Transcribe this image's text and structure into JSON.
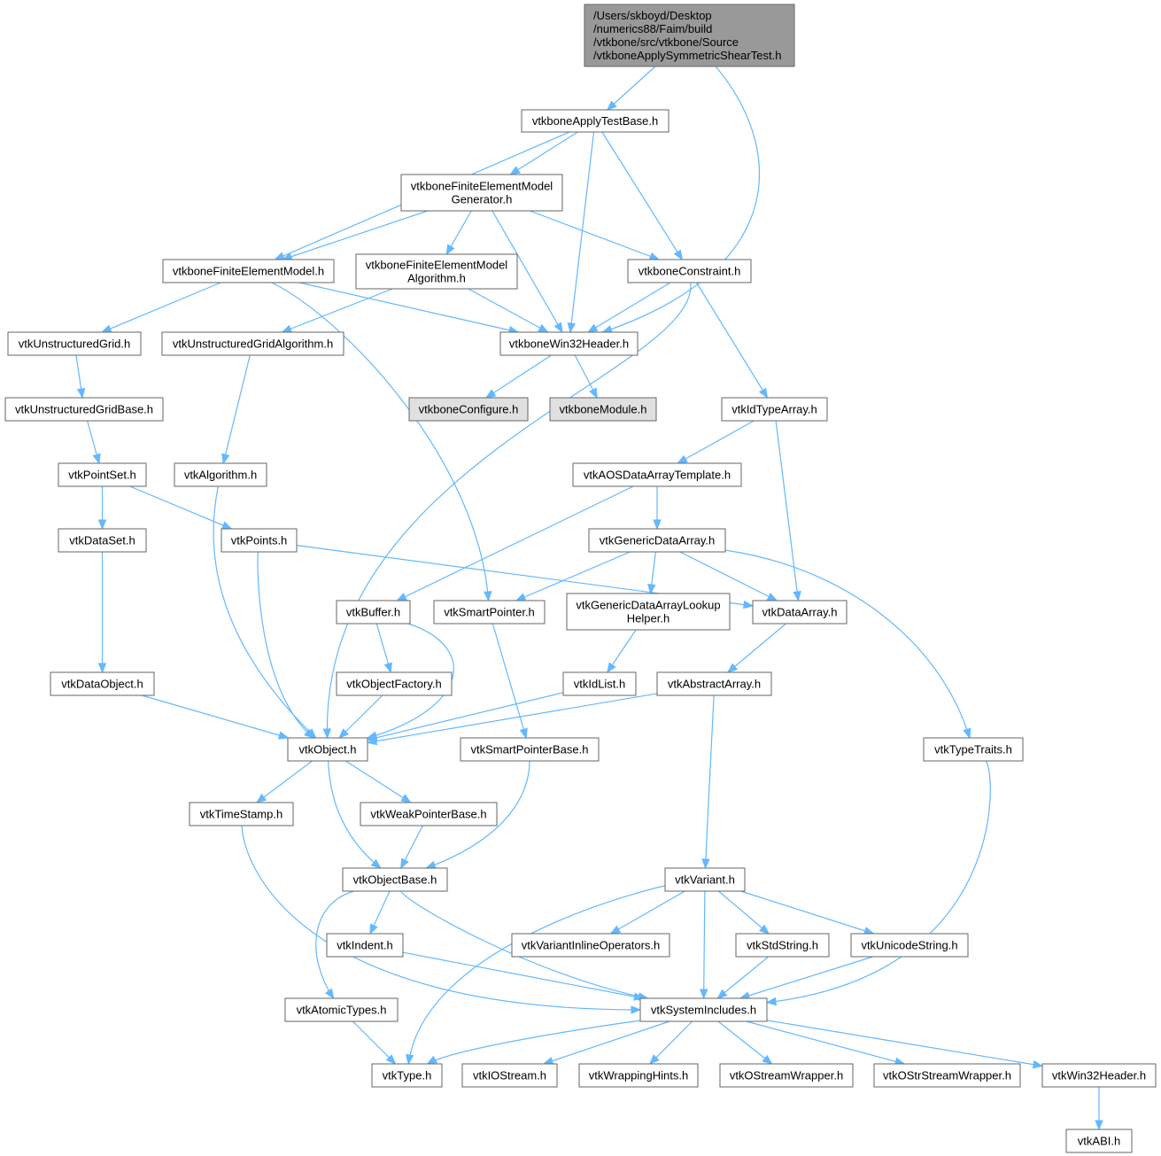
{
  "colors": {
    "edge": "#63b8ff",
    "node_border": "#666666",
    "node_fill": "#ffffff",
    "root_fill": "#999999",
    "external_fill": "#e0e0e0"
  },
  "nodes": {
    "root": {
      "lines": [
        "/Users/skboyd/Desktop",
        "/numerics88/Faim/build",
        "/vtkbone/src/vtkbone/Source",
        "/vtkboneApplySymmetricShearTest.h"
      ],
      "kind": "root"
    },
    "applyTestBase": {
      "lines": [
        "vtkboneApplyTestBase.h"
      ],
      "kind": "normal"
    },
    "feModelGenerator": {
      "lines": [
        "vtkboneFiniteElementModel",
        "Generator.h"
      ],
      "kind": "normal"
    },
    "feModel": {
      "lines": [
        "vtkboneFiniteElementModel.h"
      ],
      "kind": "normal"
    },
    "feModelAlgorithm": {
      "lines": [
        "vtkboneFiniteElementModel",
        "Algorithm.h"
      ],
      "kind": "normal"
    },
    "constraint": {
      "lines": [
        "vtkboneConstraint.h"
      ],
      "kind": "normal"
    },
    "unstructuredGrid": {
      "lines": [
        "vtkUnstructuredGrid.h"
      ],
      "kind": "normal"
    },
    "ugAlgorithm": {
      "lines": [
        "vtkUnstructuredGridAlgorithm.h"
      ],
      "kind": "normal"
    },
    "boneWin32Header": {
      "lines": [
        "vtkboneWin32Header.h"
      ],
      "kind": "normal"
    },
    "ugBase": {
      "lines": [
        "vtkUnstructuredGridBase.h"
      ],
      "kind": "normal"
    },
    "boneConfigure": {
      "lines": [
        "vtkboneConfigure.h"
      ],
      "kind": "external"
    },
    "boneModule": {
      "lines": [
        "vtkboneModule.h"
      ],
      "kind": "external"
    },
    "idTypeArray": {
      "lines": [
        "vtkIdTypeArray.h"
      ],
      "kind": "normal"
    },
    "pointSet": {
      "lines": [
        "vtkPointSet.h"
      ],
      "kind": "normal"
    },
    "algorithm": {
      "lines": [
        "vtkAlgorithm.h"
      ],
      "kind": "normal"
    },
    "aosTemplate": {
      "lines": [
        "vtkAOSDataArrayTemplate.h"
      ],
      "kind": "normal"
    },
    "dataSet": {
      "lines": [
        "vtkDataSet.h"
      ],
      "kind": "normal"
    },
    "points": {
      "lines": [
        "vtkPoints.h"
      ],
      "kind": "normal"
    },
    "genericDataArray": {
      "lines": [
        "vtkGenericDataArray.h"
      ],
      "kind": "normal"
    },
    "buffer": {
      "lines": [
        "vtkBuffer.h"
      ],
      "kind": "normal"
    },
    "smartPointer": {
      "lines": [
        "vtkSmartPointer.h"
      ],
      "kind": "normal"
    },
    "lookupHelper": {
      "lines": [
        "vtkGenericDataArrayLookup",
        "Helper.h"
      ],
      "kind": "normal"
    },
    "dataArray": {
      "lines": [
        "vtkDataArray.h"
      ],
      "kind": "normal"
    },
    "dataObject": {
      "lines": [
        "vtkDataObject.h"
      ],
      "kind": "normal"
    },
    "objectFactory": {
      "lines": [
        "vtkObjectFactory.h"
      ],
      "kind": "normal"
    },
    "idList": {
      "lines": [
        "vtkIdList.h"
      ],
      "kind": "normal"
    },
    "abstractArray": {
      "lines": [
        "vtkAbstractArray.h"
      ],
      "kind": "normal"
    },
    "object": {
      "lines": [
        "vtkObject.h"
      ],
      "kind": "normal"
    },
    "smartPointerBase": {
      "lines": [
        "vtkSmartPointerBase.h"
      ],
      "kind": "normal"
    },
    "typeTraits": {
      "lines": [
        "vtkTypeTraits.h"
      ],
      "kind": "normal"
    },
    "timeStamp": {
      "lines": [
        "vtkTimeStamp.h"
      ],
      "kind": "normal"
    },
    "weakPointerBase": {
      "lines": [
        "vtkWeakPointerBase.h"
      ],
      "kind": "normal"
    },
    "objectBase": {
      "lines": [
        "vtkObjectBase.h"
      ],
      "kind": "normal"
    },
    "variant": {
      "lines": [
        "vtkVariant.h"
      ],
      "kind": "normal"
    },
    "indent": {
      "lines": [
        "vtkIndent.h"
      ],
      "kind": "normal"
    },
    "variantInlineOps": {
      "lines": [
        "vtkVariantInlineOperators.h"
      ],
      "kind": "normal"
    },
    "stdString": {
      "lines": [
        "vtkStdString.h"
      ],
      "kind": "normal"
    },
    "unicodeString": {
      "lines": [
        "vtkUnicodeString.h"
      ],
      "kind": "normal"
    },
    "atomicTypes": {
      "lines": [
        "vtkAtomicTypes.h"
      ],
      "kind": "normal"
    },
    "systemIncludes": {
      "lines": [
        "vtkSystemIncludes.h"
      ],
      "kind": "normal"
    },
    "type": {
      "lines": [
        "vtkType.h"
      ],
      "kind": "normal"
    },
    "ioStream": {
      "lines": [
        "vtkIOStream.h"
      ],
      "kind": "normal"
    },
    "wrappingHints": {
      "lines": [
        "vtkWrappingHints.h"
      ],
      "kind": "normal"
    },
    "oStreamWrapper": {
      "lines": [
        "vtkOStreamWrapper.h"
      ],
      "kind": "normal"
    },
    "oStrStreamWrapper": {
      "lines": [
        "vtkOStrStreamWrapper.h"
      ],
      "kind": "normal"
    },
    "win32Header": {
      "lines": [
        "vtkWin32Header.h"
      ],
      "kind": "normal"
    },
    "abi": {
      "lines": [
        "vtkABI.h"
      ],
      "kind": "normal"
    }
  },
  "edges": [
    [
      "root",
      "applyTestBase"
    ],
    [
      "root",
      "boneWin32Header"
    ],
    [
      "applyTestBase",
      "feModelGenerator"
    ],
    [
      "applyTestBase",
      "feModel"
    ],
    [
      "applyTestBase",
      "constraint"
    ],
    [
      "applyTestBase",
      "boneWin32Header"
    ],
    [
      "feModelGenerator",
      "feModel"
    ],
    [
      "feModelGenerator",
      "feModelAlgorithm"
    ],
    [
      "feModelGenerator",
      "constraint"
    ],
    [
      "feModelGenerator",
      "boneWin32Header"
    ],
    [
      "feModel",
      "unstructuredGrid"
    ],
    [
      "feModel",
      "boneWin32Header"
    ],
    [
      "feModel",
      "smartPointer"
    ],
    [
      "feModelAlgorithm",
      "ugAlgorithm"
    ],
    [
      "feModelAlgorithm",
      "boneWin32Header"
    ],
    [
      "constraint",
      "boneWin32Header"
    ],
    [
      "constraint",
      "idTypeArray"
    ],
    [
      "constraint",
      "object"
    ],
    [
      "unstructuredGrid",
      "ugBase"
    ],
    [
      "ugAlgorithm",
      "algorithm"
    ],
    [
      "boneWin32Header",
      "boneConfigure"
    ],
    [
      "boneWin32Header",
      "boneModule"
    ],
    [
      "ugBase",
      "pointSet"
    ],
    [
      "idTypeArray",
      "aosTemplate"
    ],
    [
      "idTypeArray",
      "dataArray"
    ],
    [
      "pointSet",
      "dataSet"
    ],
    [
      "pointSet",
      "points"
    ],
    [
      "algorithm",
      "object"
    ],
    [
      "aosTemplate",
      "genericDataArray"
    ],
    [
      "aosTemplate",
      "buffer"
    ],
    [
      "dataSet",
      "dataObject"
    ],
    [
      "points",
      "object"
    ],
    [
      "points",
      "dataArray"
    ],
    [
      "genericDataArray",
      "smartPointer"
    ],
    [
      "genericDataArray",
      "lookupHelper"
    ],
    [
      "genericDataArray",
      "dataArray"
    ],
    [
      "genericDataArray",
      "typeTraits"
    ],
    [
      "buffer",
      "objectFactory"
    ],
    [
      "buffer",
      "object"
    ],
    [
      "smartPointer",
      "smartPointerBase"
    ],
    [
      "lookupHelper",
      "idList"
    ],
    [
      "dataArray",
      "abstractArray"
    ],
    [
      "dataObject",
      "object"
    ],
    [
      "objectFactory",
      "object"
    ],
    [
      "idList",
      "object"
    ],
    [
      "abstractArray",
      "object"
    ],
    [
      "abstractArray",
      "variant"
    ],
    [
      "object",
      "timeStamp"
    ],
    [
      "object",
      "weakPointerBase"
    ],
    [
      "object",
      "objectBase"
    ],
    [
      "smartPointerBase",
      "objectBase"
    ],
    [
      "typeTraits",
      "systemIncludes"
    ],
    [
      "timeStamp",
      "systemIncludes"
    ],
    [
      "weakPointerBase",
      "objectBase"
    ],
    [
      "objectBase",
      "indent"
    ],
    [
      "objectBase",
      "atomicTypes"
    ],
    [
      "objectBase",
      "systemIncludes"
    ],
    [
      "variant",
      "variantInlineOps"
    ],
    [
      "variant",
      "stdString"
    ],
    [
      "variant",
      "unicodeString"
    ],
    [
      "variant",
      "systemIncludes"
    ],
    [
      "variant",
      "type"
    ],
    [
      "indent",
      "systemIncludes"
    ],
    [
      "stdString",
      "systemIncludes"
    ],
    [
      "unicodeString",
      "systemIncludes"
    ],
    [
      "atomicTypes",
      "type"
    ],
    [
      "systemIncludes",
      "type"
    ],
    [
      "systemIncludes",
      "ioStream"
    ],
    [
      "systemIncludes",
      "wrappingHints"
    ],
    [
      "systemIncludes",
      "oStreamWrapper"
    ],
    [
      "systemIncludes",
      "oStrStreamWrapper"
    ],
    [
      "systemIncludes",
      "win32Header"
    ],
    [
      "win32Header",
      "abi"
    ]
  ]
}
